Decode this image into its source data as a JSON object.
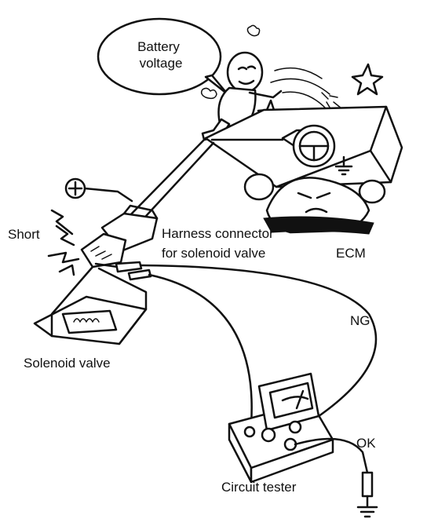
{
  "diagram": {
    "labels": {
      "speech_line1": "Battery",
      "speech_line2": "voltage",
      "short": "Short",
      "harness_line1": "Harness connector",
      "harness_line2": "for solenoid valve",
      "ecm": "ECM",
      "ng": "NG",
      "solenoid": "Solenoid valve",
      "ok": "OK",
      "tester": "Circuit tester"
    },
    "colors": {
      "ink": "#111111",
      "paper": "#ffffff"
    }
  }
}
